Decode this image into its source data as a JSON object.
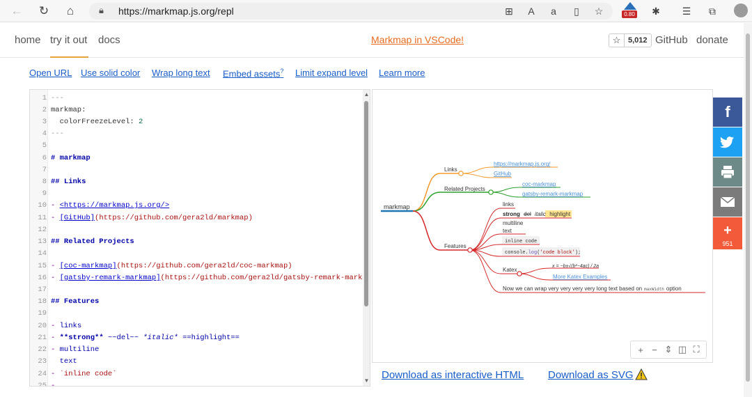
{
  "browser": {
    "url": "https://markmap.js.org/repl",
    "ext_badge": "0.80"
  },
  "nav": {
    "home": "home",
    "try": "try it out",
    "docs": "docs",
    "vscode": "Markmap in VSCode!",
    "stars": "5,012",
    "github": "GitHub",
    "donate": "donate"
  },
  "options": {
    "open_url": "Open URL",
    "solid_color": "Use solid color",
    "wrap_text": "Wrap long text",
    "embed_assets": "Embed assets",
    "embed_help": "?",
    "limit_level": "Limit expand level",
    "learn_more": "Learn more"
  },
  "editor": {
    "line_numbers": [
      "1",
      "2",
      "3",
      "4",
      "5",
      "6",
      "7",
      "8",
      "9",
      "10",
      "11",
      "12",
      "13",
      "14",
      "15",
      "16",
      "17",
      "18",
      "19",
      "20",
      "21",
      "22",
      "23",
      "24",
      "25"
    ]
  },
  "markmap": {
    "root": "markmap",
    "links": "Links",
    "link1": "https://markmap.js.org/",
    "link2": "GitHub",
    "related": "Related Projects",
    "rel1": "coc-markmap",
    "rel2": "gatsby-remark-markmap",
    "features": "Features",
    "f_links": "links",
    "f_strong": "strong",
    "f_del": "del",
    "f_italic": "italic",
    "f_highlight": "highlight",
    "f_multiline": "multiline",
    "f_text": "text",
    "f_inline": "inline code",
    "f_block_1": "console.",
    "f_block_2": "log",
    "f_block_3": "(",
    "f_block_4": "'code block'",
    "f_block_5": ");",
    "katex": "Katex",
    "katex_formula": "x = −b±√(b²−4ac) / 2a",
    "katex_more": "More Katex Examples",
    "wrap_note_a": "Now we can wrap very very very very long text based on",
    "wrap_note_code": "maxWidth",
    "wrap_note_b": "option"
  },
  "toolbar": {
    "zoom_in": "+",
    "zoom_out": "−",
    "fit": "fit",
    "toggle": "toggle",
    "fullscreen": "fullscreen"
  },
  "downloads": {
    "html": "Download as interactive HTML",
    "svg": "Download as SVG"
  },
  "share": {
    "count": "951"
  },
  "colors": {
    "orange": "#f39a2b",
    "green": "#2ca02c",
    "red": "#d62728",
    "blue": "#1f77b4",
    "cyan": "#17becf",
    "link_blue": "#1a5ec9"
  }
}
